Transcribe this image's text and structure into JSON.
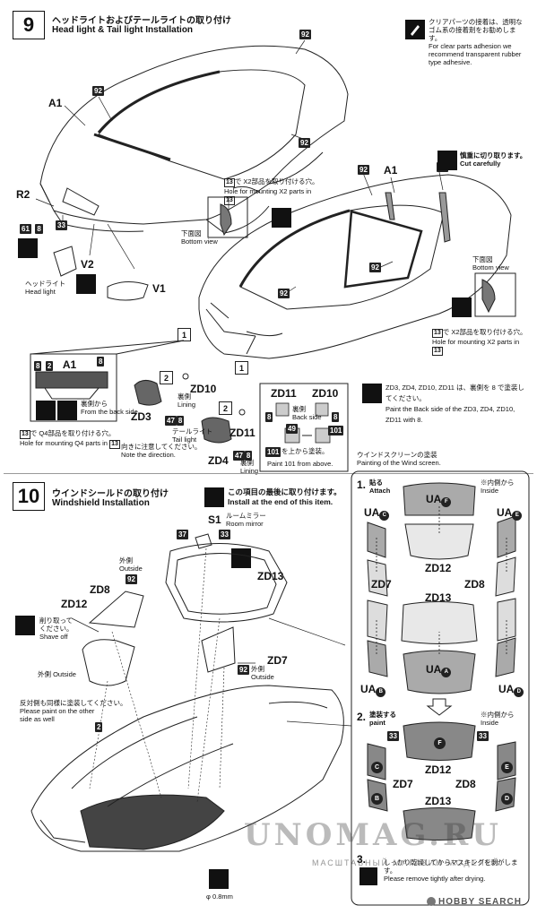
{
  "step9": {
    "number": "9",
    "title_jp": "ヘッドライトおよびテールライトの取り付け",
    "title_en": "Head light & Tail light Installation",
    "clear_note_jp": "クリアパーツの接着は、透明なゴム系の接着剤をお勧めします。",
    "clear_note_en": "For clear parts adhesion we recommend transparent rubber type adhesive.",
    "cut_jp": "慎重に切り取ります。",
    "cut_en": "Cut carefully",
    "hole_x2_jp": "で X2部品を取り付ける穴。",
    "hole_x2_en": "Hole for mounting X2 parts in",
    "hole_x2b_jp": "で X2部品を取り付ける穴。",
    "hole_x2b_en": "Hole for mounting X2 parts in",
    "bottom_jp": "下面図",
    "bottom_en": "Bottom view",
    "bottom_jp2": "下面図",
    "bottom_en2": "Bottom view",
    "headlight_jp": "ヘッドライト",
    "headlight_en": "Head light",
    "from_back_jp": "裏側から",
    "from_back_en": "From the back side",
    "hole_q4_jp": "で Q4部品を取り付ける穴。",
    "hole_q4_en": "Hole for mounting Q4 parts in",
    "tail_jp": "テールライト",
    "tail_en": "Tail light",
    "direction_jp": "向きに注意してください。",
    "direction_en": "Note the direction.",
    "paint_note_jp": "ZD3, ZD4, ZD10, ZD11 は、裏側を 8 で塗装してください。",
    "paint_note_en": "Paint the Back side of the ZD3, ZD4, ZD10, ZD11 with 8.",
    "back_side_jp": "裏側",
    "back_side_en": "Back side",
    "paint_above_jp": "を上から塗装。",
    "paint_above_en": "Paint 101 from above.",
    "lining_jp": "裏側",
    "lining_en": "Lining",
    "hole_ref": "13",
    "parts": {
      "A1": "A1",
      "R2": "R2",
      "V2": "V2",
      "V1": "V1",
      "ZD3": "ZD3",
      "ZD4": "ZD4",
      "ZD10": "ZD10",
      "ZD11": "ZD11",
      "c92": "92",
      "c33": "33",
      "c61": "61",
      "c8": "8",
      "c2": "2",
      "c47": "47",
      "c49": "49",
      "c101": "101"
    },
    "callouts": {
      "one": "1",
      "two": "2"
    }
  },
  "step10": {
    "number": "10",
    "title_jp": "ウインドシールドの取り付け",
    "title_en": "Windshield Installation",
    "last_note_jp": "この項目の最後に取り付けます。",
    "last_note_en": "Install at the end of this item.",
    "mirror_jp": "ルームミラー",
    "mirror_en": "Room mirror",
    "s1": "S1",
    "outside_jp": "外側",
    "outside_en": "Outside",
    "outside_jp2": "外側",
    "outside_en2": "Outside",
    "outside_jp3": "外側",
    "outside_en3": "Outside",
    "shave_jp": "削り取って",
    "shave_mid": "ください。",
    "shave_en": "Shave off",
    "other_side_jp": "反対側も同様に塗装してください。",
    "other_side_en1": "Please paint on the other",
    "other_side_en2": "side as well",
    "drill": "φ 0.8mm",
    "parts": {
      "ZD8": "ZD8",
      "ZD12": "ZD12",
      "ZD13": "ZD13",
      "ZD7": "ZD7",
      "c92": "92",
      "c37": "37",
      "c33": "33",
      "c2": "2"
    },
    "windscreen_jp": "ウインドスクリーンの塗装",
    "windscreen_en": "Painting of the Wind screen.",
    "ws_step1": "1.",
    "ws_step1_jp": "貼る",
    "ws_step1_en": "Attach",
    "ws_step2": "2.",
    "ws_step2_jp": "塗装する",
    "ws_step2_en": "paint",
    "inside_jp": "※内側から",
    "inside_en": "Inside",
    "inside_jp2": "※内側から",
    "inside_en2": "Inside",
    "ws_step3": "3.",
    "ws_step3_jp": "しっかり乾燥してからマスキングを剥がします。",
    "ws_step3_en": "Please remove tightly after drying.",
    "ua": "UA",
    "ua_letters": [
      "C",
      "E",
      "A",
      "B",
      "D",
      "F"
    ],
    "masks": [
      "C",
      "E",
      "B",
      "D",
      "F"
    ]
  },
  "footer": {
    "watermark": "UNOMAG.RU",
    "watermark_sub": "МАСШТАБНЫЙ МАГАЗИН МОДЕЛЕЙ",
    "brand": "HOBBY SEARCH"
  }
}
